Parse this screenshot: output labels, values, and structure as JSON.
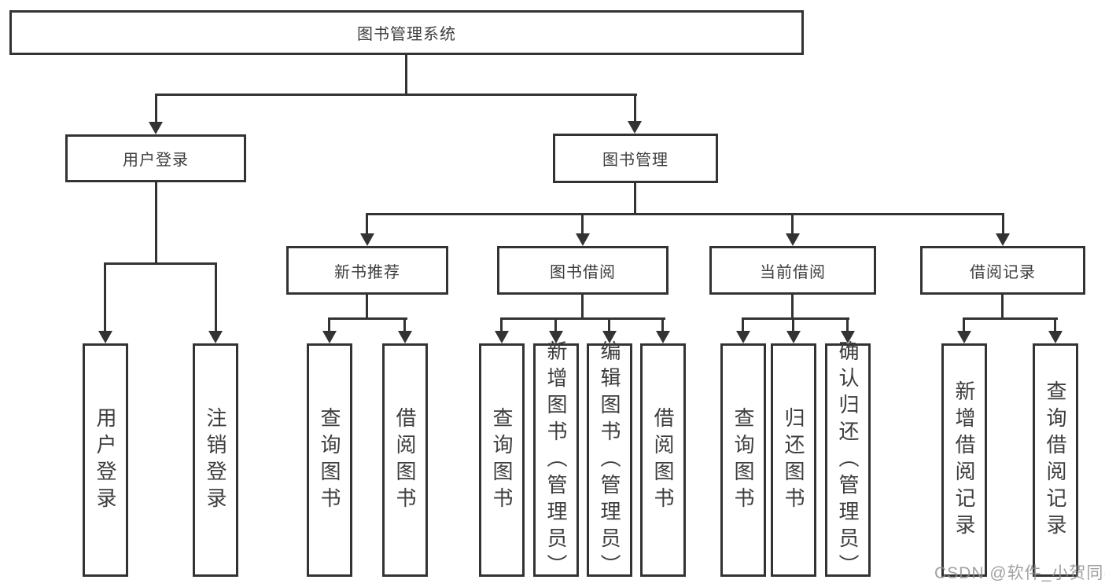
{
  "diagram": {
    "root": {
      "label": "图书管理系统"
    },
    "level2": [
      {
        "id": "user-login",
        "label": "用户登录"
      },
      {
        "id": "book-management",
        "label": "图书管理"
      }
    ],
    "level3": [
      {
        "id": "new-book-recommend",
        "label": "新书推荐",
        "parent": "book-management"
      },
      {
        "id": "book-borrow",
        "label": "图书借阅",
        "parent": "book-management"
      },
      {
        "id": "current-borrow",
        "label": "当前借阅",
        "parent": "book-management"
      },
      {
        "id": "borrow-records",
        "label": "借阅记录",
        "parent": "book-management"
      }
    ],
    "leaves": [
      {
        "group": "user-login",
        "label": "用户登录"
      },
      {
        "group": "user-login",
        "label": "注销登录"
      },
      {
        "group": "new-book-recommend",
        "label": "查询图书"
      },
      {
        "group": "new-book-recommend",
        "label": "借阅图书"
      },
      {
        "group": "book-borrow",
        "label": "查询图书"
      },
      {
        "group": "book-borrow",
        "label": "新增图书（管理员）"
      },
      {
        "group": "book-borrow",
        "label": "编辑图书（管理员）"
      },
      {
        "group": "book-borrow",
        "label": "借阅图书"
      },
      {
        "group": "current-borrow",
        "label": "查询图书"
      },
      {
        "group": "current-borrow",
        "label": "归还图书"
      },
      {
        "group": "current-borrow",
        "label": "确认归还（管理员）"
      },
      {
        "group": "borrow-records",
        "label": "新增借阅记录"
      },
      {
        "group": "borrow-records",
        "label": "查询借阅记录"
      }
    ],
    "watermark": "CSDN @软件_小贺同学"
  },
  "colors": {
    "line": "#333333",
    "border": "#333333",
    "text": "#3d3d3d",
    "background": "#ffffff",
    "watermark": "#919191"
  }
}
